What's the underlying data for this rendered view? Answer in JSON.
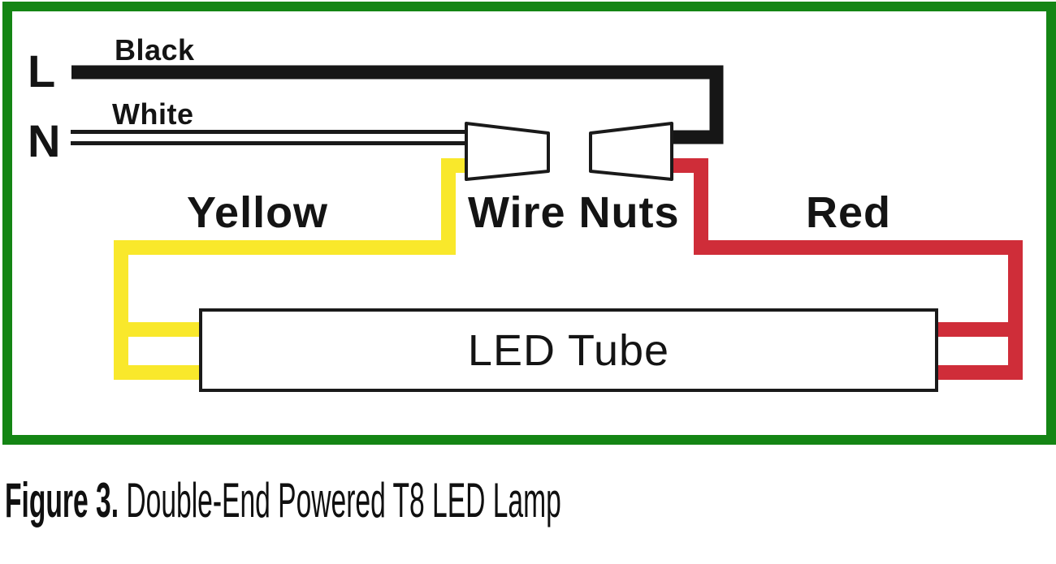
{
  "figure": {
    "caption_bold": "Figure 3.",
    "caption_rest": " Double-End Powered T8 LED Lamp"
  },
  "diagram": {
    "terminal_line": "L",
    "terminal_neutral": "N",
    "label_black": "Black",
    "label_white": "White",
    "label_yellow": "Yellow",
    "label_red": "Red",
    "label_wire_nuts": "Wire Nuts",
    "label_led_tube": "LED Tube"
  },
  "colors": {
    "border_green": "#148514",
    "wire_black": "#161616",
    "wire_white_outline": "#1a1a1a",
    "wire_yellow": "#f9e82b",
    "wire_red": "#cf2d39",
    "component_outline": "#1a1a1a",
    "component_fill": "#ffffff"
  }
}
